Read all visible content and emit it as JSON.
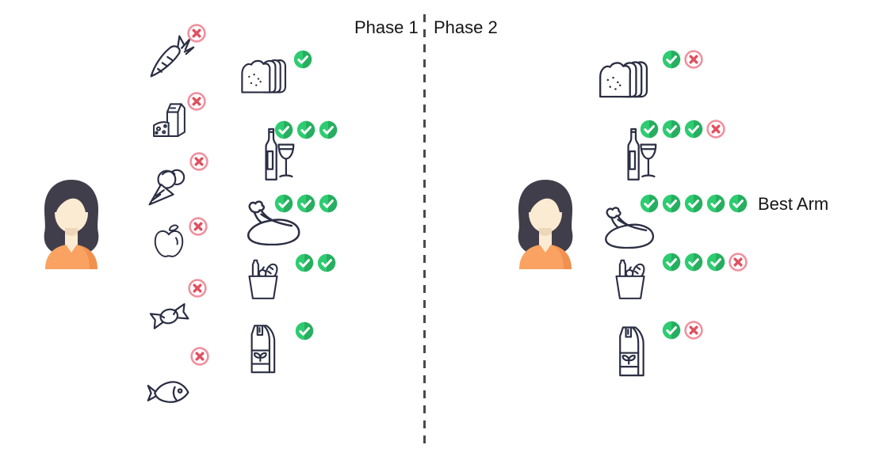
{
  "labels": {
    "phase1": "Phase 1",
    "phase2": "Phase 2"
  },
  "colors": {
    "icon_stroke": "#2b2e43",
    "check_fill_light": "#2ecc71",
    "check_fill_dark": "#27ae60",
    "check_mark": "#ffffff",
    "cross_ring": "#f0919f",
    "cross_mark": "#e04f5f",
    "divider": "#4a4a4a",
    "text": "#161616",
    "avatar_hair": "#413e4b",
    "avatar_skin": "#fbebd2",
    "avatar_skin_shadow": "#eed7b9",
    "avatar_shirt": "#f9a261",
    "avatar_shirt_shade": "#f19150"
  },
  "phase1": {
    "rejected": [
      {
        "icon": "carrot",
        "checks": 0,
        "crosses": 1
      },
      {
        "icon": "dairy",
        "checks": 0,
        "crosses": 1
      },
      {
        "icon": "ice-cream",
        "checks": 0,
        "crosses": 1
      },
      {
        "icon": "apple",
        "checks": 0,
        "crosses": 1
      },
      {
        "icon": "candy",
        "checks": 0,
        "crosses": 1
      },
      {
        "icon": "fish",
        "checks": 0,
        "crosses": 1
      }
    ],
    "selected": [
      {
        "icon": "bread",
        "checks": 1,
        "crosses": 0
      },
      {
        "icon": "wine",
        "checks": 3,
        "crosses": 0
      },
      {
        "icon": "chicken",
        "checks": 3,
        "crosses": 0
      },
      {
        "icon": "groceries",
        "checks": 2,
        "crosses": 0
      },
      {
        "icon": "package",
        "checks": 1,
        "crosses": 0
      }
    ]
  },
  "phase2": {
    "items": [
      {
        "icon": "bread",
        "checks": 1,
        "crosses": 1
      },
      {
        "icon": "wine",
        "checks": 3,
        "crosses": 1
      },
      {
        "icon": "chicken",
        "checks": 5,
        "crosses": 0,
        "label": "Best Arm"
      },
      {
        "icon": "groceries",
        "checks": 3,
        "crosses": 1
      },
      {
        "icon": "package",
        "checks": 1,
        "crosses": 1
      }
    ]
  }
}
